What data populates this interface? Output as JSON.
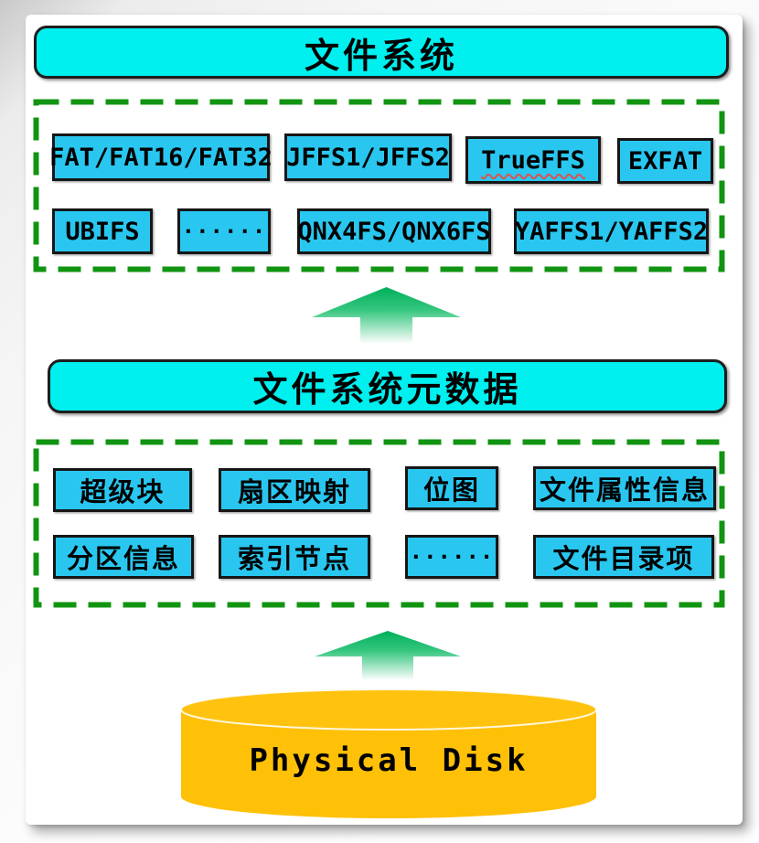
{
  "diagram": {
    "colors": {
      "node_fill": "#29c7f0",
      "title_fill": "#00efef",
      "dash_green": "#119411",
      "arrow_green": "#00b05a",
      "cylinder_orange": "#ffc008"
    },
    "filesystem": {
      "title": "文件系统",
      "rows": [
        {
          "items": [
            {
              "label": "FAT/FAT16/FAT32"
            },
            {
              "label": "JFFS1/JFFS2"
            },
            {
              "label": "TrueFFS",
              "spellcheck_squiggle": true
            },
            {
              "label": "EXFAT"
            }
          ]
        },
        {
          "items": [
            {
              "label": "UBIFS"
            },
            {
              "label": "······",
              "ellipsis": true
            },
            {
              "label": "QNX4FS/QNX6FS"
            },
            {
              "label": "YAFFS1/YAFFS2"
            }
          ]
        }
      ]
    },
    "metadata": {
      "title": "文件系统元数据",
      "rows": [
        {
          "items": [
            {
              "label": "超级块"
            },
            {
              "label": "扇区映射"
            },
            {
              "label": "位图"
            },
            {
              "label": "文件属性信息"
            }
          ]
        },
        {
          "items": [
            {
              "label": "分区信息"
            },
            {
              "label": "索引节点"
            },
            {
              "label": "······",
              "ellipsis": true
            },
            {
              "label": "文件目录项"
            }
          ]
        }
      ]
    },
    "disk": {
      "label": "Physical Disk"
    }
  }
}
